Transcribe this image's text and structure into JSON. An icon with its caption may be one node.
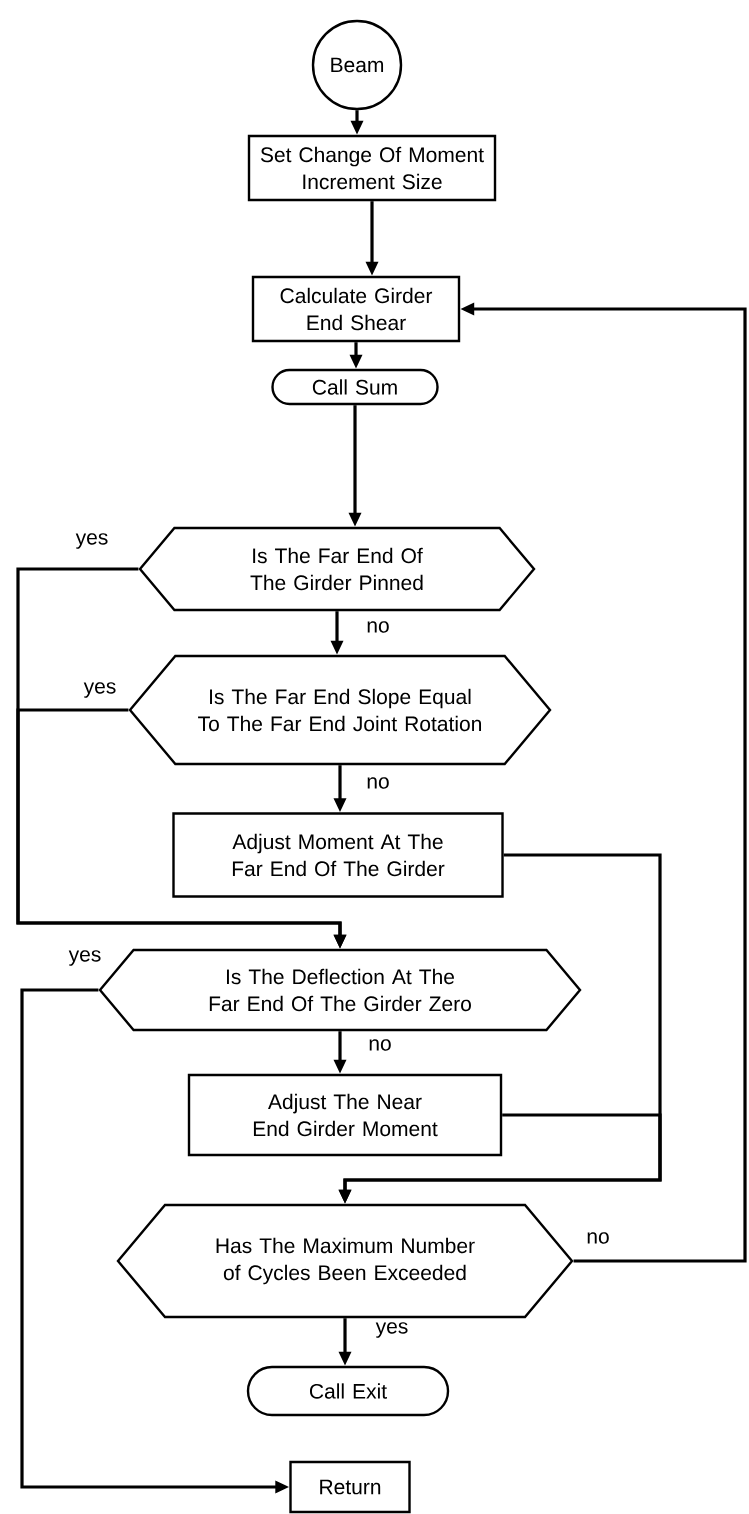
{
  "diagram": {
    "nodes": [
      {
        "text": [
          "Beam"
        ]
      },
      {
        "text": [
          "Set Change Of Moment Increment Size"
        ]
      },
      {
        "text": [
          "Calculate Girder End Shear"
        ]
      },
      {
        "text": [
          "Call Sum"
        ]
      },
      {
        "text": [
          "Is The Far End Of The Girder Pinned"
        ]
      },
      {
        "text": [
          "Is The Far End Slope Equal To The Far End Joint Rotation"
        ]
      },
      {
        "text": [
          "Adjust Moment At The Far End Of The Girder"
        ]
      },
      {
        "text": [
          "Is The Deflection At The Far End Of The Girder Zero"
        ]
      },
      {
        "text": [
          "Adjust The Near End Girder Moment"
        ]
      },
      {
        "text": [
          "Has The Maximum Number of Cycles Been Exceeded"
        ]
      },
      {
        "text": [
          "Call Exit"
        ]
      },
      {
        "text": [
          "Return"
        ]
      }
    ],
    "edges": [
      {
        "from": 0,
        "to": 1,
        "arrow": "to"
      },
      {
        "from": 1,
        "to": 2,
        "arrow": "to"
      },
      {
        "from": 2,
        "to": 3,
        "arrow": "to"
      },
      {
        "from": 3,
        "to": 4,
        "arrow": "to"
      },
      {
        "from": 4,
        "to": 5,
        "arrow": "to",
        "label": "no"
      },
      {
        "from": 4,
        "to": 7,
        "arrow": "to",
        "label": "yes"
      },
      {
        "from": 5,
        "to": 7,
        "arrow": "to",
        "label": "yes"
      },
      {
        "from": 5,
        "to": 6,
        "arrow": "to",
        "label": "no"
      },
      {
        "from": 6,
        "to": 9,
        "arrow": "to"
      },
      {
        "from": 7,
        "to": 8,
        "arrow": "to",
        "label": "no"
      },
      {
        "from": 7,
        "to": 11,
        "arrow": "to",
        "label": "yes"
      },
      {
        "from": 8,
        "to": 9,
        "arrow": "to"
      },
      {
        "from": 9,
        "to": 10,
        "arrow": "to",
        "label": "yes"
      },
      {
        "from": 9,
        "to": 2,
        "arrow": "to",
        "label": "no"
      }
    ]
  }
}
